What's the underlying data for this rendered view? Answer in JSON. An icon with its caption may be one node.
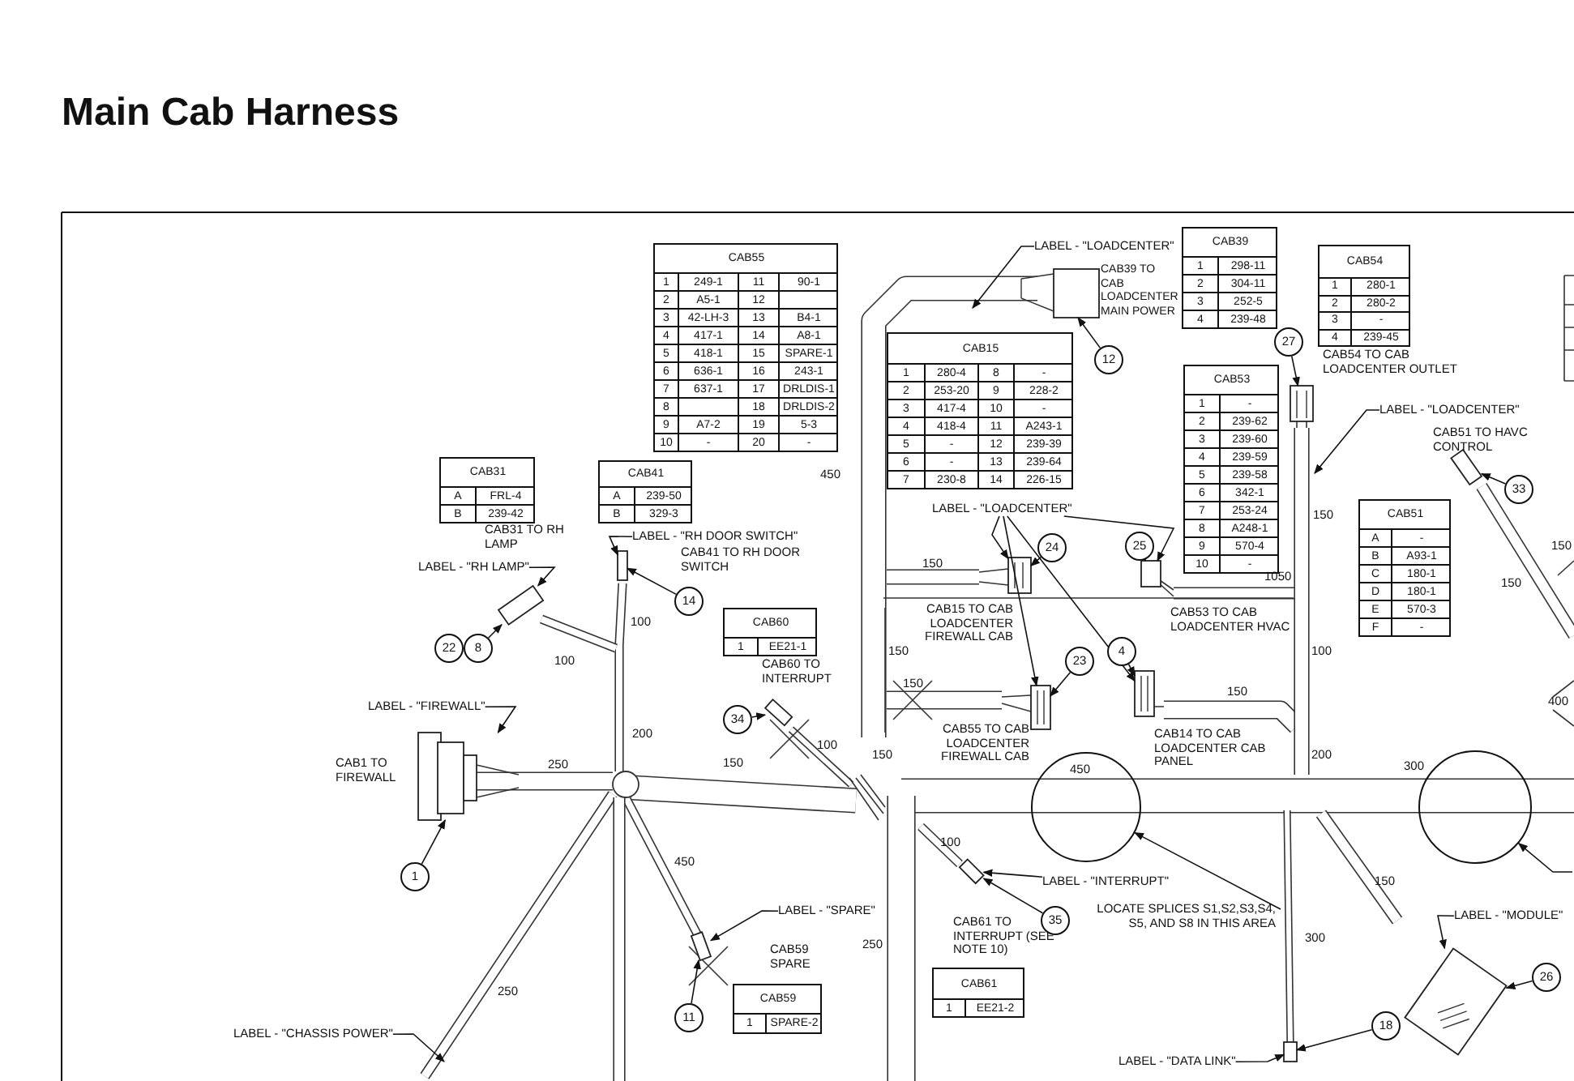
{
  "diagram": {
    "title": "Main Cab Harness",
    "nodes": [
      {
        "text": [
          "LABEL - \"LOADCENTER\""
        ]
      },
      {
        "text": [
          "12"
        ]
      },
      {
        "text": [
          "27"
        ]
      },
      {
        "text": [
          "LABEL - \"LOADCENTER\""
        ]
      },
      {
        "text": [
          "33"
        ]
      },
      {
        "text": [
          "LABEL - \"LOADCENTER\""
        ]
      },
      {
        "text": [
          "LABEL - \"RH DOOR SWITCH\""
        ]
      },
      {
        "text": [
          "LABEL - \"RH LAMP\""
        ]
      },
      {
        "text": [
          "24"
        ]
      },
      {
        "text": [
          "25"
        ]
      },
      {
        "text": [
          "14"
        ]
      },
      {
        "text": [
          "22"
        ]
      },
      {
        "text": [
          "8"
        ]
      },
      {
        "text": [
          "4"
        ]
      },
      {
        "text": [
          "23"
        ]
      },
      {
        "text": [
          "LABEL - \"FIREWALL\""
        ]
      },
      {
        "text": [
          "34"
        ]
      },
      {
        "text": [],
        "shape": "circle"
      },
      {
        "text": [],
        "shape": "circle"
      },
      {
        "text": [
          "1"
        ]
      },
      {
        "text": [
          "LABEL - \"INTERRUPT\""
        ]
      },
      {
        "text": [
          "LOCATE SPLICES S1,S2,S3,S4, S5, AND S8 IN THIS AREA"
        ]
      },
      {
        "text": [
          "LABEL - \"SPARE\""
        ]
      },
      {
        "text": [
          "LABEL - \"MODULE\""
        ]
      },
      {
        "text": [
          "35"
        ]
      },
      {
        "text": [
          "26"
        ]
      },
      {
        "text": [
          "11"
        ]
      },
      {
        "text": [
          "18"
        ]
      },
      {
        "text": [
          "LABEL - \"CHASSIS POWER\""
        ]
      },
      {
        "text": [
          "LABEL - \"DATA LINK\""
        ]
      },
      {
        "text": [],
        "shape": "box",
        "beside": [
          "CAB39 TO CAB LOADCENTER MAIN POWER"
        ]
      },
      {
        "text": [],
        "shape": "box"
      },
      {
        "text": [],
        "shape": "box"
      },
      {
        "text": [],
        "shape": "box"
      },
      {
        "text": [],
        "shape": "box"
      },
      {
        "text": [],
        "shape": "box"
      },
      {
        "text": [],
        "shape": "box"
      },
      {
        "text": [],
        "shape": "box"
      },
      {
        "text": [],
        "shape": "box"
      },
      {
        "text": [],
        "shape": "box"
      },
      {
        "text": [],
        "shape": "box"
      },
      {
        "text": [],
        "shape": "box"
      },
      {
        "text": [],
        "shape": "box"
      },
      {
        "text": [],
        "shape": "box"
      },
      {
        "text": [],
        "shape": "box"
      }
    ],
    "edges": [
      {
        "from": 0,
        "to": null,
        "arrow": "to"
      },
      {
        "from": 1,
        "to": 30,
        "arrow": "to"
      },
      {
        "from": 2,
        "to": 31,
        "arrow": "to"
      },
      {
        "from": 3,
        "to": null,
        "arrow": "to"
      },
      {
        "from": 4,
        "to": 32,
        "arrow": "to"
      },
      {
        "from": 5,
        "to": 33,
        "arrow": "to"
      },
      {
        "from": 5,
        "to": 37,
        "arrow": "to"
      },
      {
        "from": 5,
        "to": 38,
        "arrow": "to"
      },
      {
        "from": 5,
        "to": 34,
        "arrow": "to"
      },
      {
        "from": 6,
        "to": 35,
        "arrow": "to"
      },
      {
        "from": 7,
        "to": 36,
        "arrow": "to"
      },
      {
        "from": 8,
        "to": 33,
        "arrow": "to"
      },
      {
        "from": 9,
        "to": 34,
        "arrow": "to"
      },
      {
        "from": 10,
        "to": 35,
        "arrow": "to"
      },
      {
        "from": 12,
        "to": 36,
        "arrow": "to"
      },
      {
        "from": 13,
        "to": 38,
        "arrow": "to"
      },
      {
        "from": 14,
        "to": 37,
        "arrow": "to"
      },
      {
        "from": 15,
        "to": 40,
        "arrow": "to"
      },
      {
        "from": 16,
        "to": 39,
        "arrow": "to"
      },
      {
        "from": 19,
        "to": 40,
        "arrow": "to"
      },
      {
        "from": 20,
        "to": 42,
        "arrow": "to"
      },
      {
        "from": 21,
        "to": 17,
        "arrow": "to"
      },
      {
        "from": 22,
        "to": 41,
        "arrow": "to"
      },
      {
        "from": 23,
        "to": 43,
        "arrow": "to"
      },
      {
        "from": 24,
        "to": 42,
        "arrow": "to"
      },
      {
        "from": 25,
        "to": 43,
        "arrow": "to"
      },
      {
        "from": 26,
        "to": 41,
        "arrow": "to"
      },
      {
        "from": 27,
        "to": 44,
        "arrow": "to"
      },
      {
        "from": 28,
        "to": null,
        "arrow": "to"
      },
      {
        "from": 29,
        "to": 44,
        "arrow": "to"
      },
      {
        "from": null,
        "to": 18,
        "arrow": "to"
      }
    ],
    "labels": [
      "CAB39",
      "1",
      "298-11",
      "2",
      "304-11",
      "3",
      "252-5",
      "4",
      "239-48",
      "CAB55",
      "1",
      "249-1",
      "11",
      "90-1",
      "2",
      "A5-1",
      "12",
      "3",
      "42-LH-3",
      "13",
      "B4-1",
      "4",
      "417-1",
      "14",
      "A8-1",
      "5",
      "418-1",
      "15",
      "SPARE-1",
      "6",
      "636-1",
      "16",
      "243-1",
      "7",
      "637-1",
      "17",
      "DRLDIS-1",
      "8",
      "18",
      "DRLDIS-2",
      "9",
      "A7-2",
      "19",
      "5-3",
      "10",
      "-",
      "20",
      "-",
      "CAB54",
      "1",
      "280-1",
      "2",
      "280-2",
      "3",
      "-",
      "4",
      "239-45",
      "CAB15",
      "1",
      "280-4",
      "8",
      "-",
      "2",
      "253-20",
      "9",
      "228-2",
      "3",
      "417-4",
      "10",
      "-",
      "4",
      "418-4",
      "11",
      "A243-1",
      "5",
      "-",
      "12",
      "239-39",
      "6",
      "-",
      "13",
      "239-64",
      "7",
      "230-8",
      "14",
      "226-15",
      "CAB54 TO CAB LOADCENTER OUTLET",
      "CAB53",
      "1",
      "-",
      "2",
      "239-62",
      "3",
      "239-60",
      "4",
      "239-59",
      "5",
      "239-58",
      "6",
      "342-1",
      "7",
      "253-24",
      "8",
      "A248-1",
      "9",
      "570-4",
      "10",
      "-",
      "CAB51 TO HAVC CONTROL",
      "CAB31",
      "A",
      "FRL-4",
      "B",
      "239-42",
      "CAB41",
      "A",
      "239-50",
      "B",
      "329-3",
      "450",
      "CAB51",
      "A",
      "-",
      "B",
      "A93-1",
      "C",
      "180-1",
      "D",
      "180-1",
      "E",
      "570-3",
      "F",
      "-",
      "150",
      "CAB31 TO RH LAMP",
      "CAB41 TO RH DOOR SWITCH",
      "150",
      "1050",
      "150",
      "150",
      "CAB15 TO CAB LOADCENTER FIREWALL CAB",
      "CAB53 TO CAB LOADCENTER HVAC",
      "CAB60",
      "1",
      "EE21-1",
      "100",
      "100",
      "150",
      "100",
      "CAB60 TO INTERRUPT",
      "150",
      "150",
      "400",
      "CAB55 TO CAB LOADCENTER FIREWALL CAB",
      "CAB14 TO CAB LOADCENTER CAB PANEL",
      "200",
      "100",
      "150",
      "200",
      "250",
      "150",
      "CAB1 TO FIREWALL",
      "450",
      "300",
      "100",
      "450",
      "150",
      "CAB61 TO INTERRUPT (SEE NOTE 10)",
      "300",
      "250",
      "CAB59 SPARE",
      "CAB61",
      "1",
      "EE21-2",
      "CAB59",
      "1",
      "SPARE-2",
      "250"
    ]
  }
}
